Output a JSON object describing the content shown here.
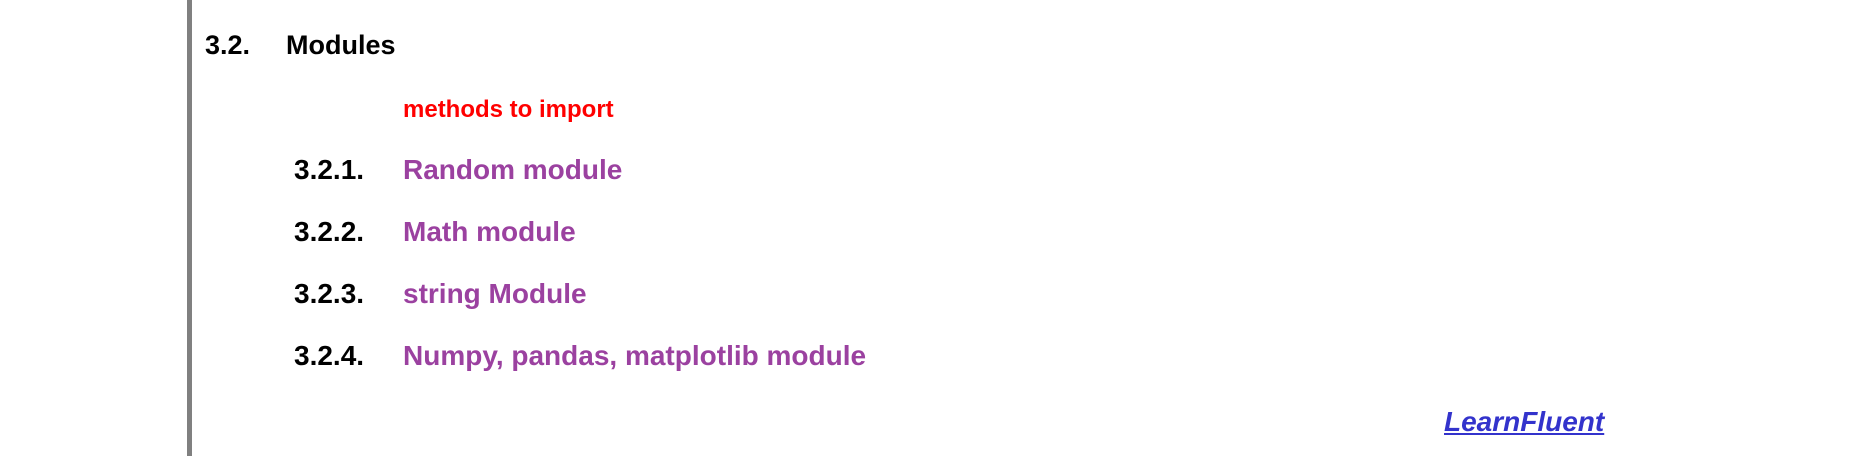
{
  "section": {
    "number": "3.2.",
    "title": "Modules"
  },
  "note": "methods to import",
  "items": [
    {
      "number": "3.2.1.",
      "label": "Random module"
    },
    {
      "number": "3.2.2.",
      "label": "Math module"
    },
    {
      "number": "3.2.3.",
      "label": "string Module"
    },
    {
      "number": "3.2.4.",
      "label": "Numpy, pandas, matplotlib module"
    }
  ],
  "footer_link": "LearnFluent",
  "colors": {
    "heading": "#000000",
    "note": "#ff0000",
    "item_link": "#9b41a0",
    "brand_link": "#3333cc",
    "rule": "#808080"
  }
}
